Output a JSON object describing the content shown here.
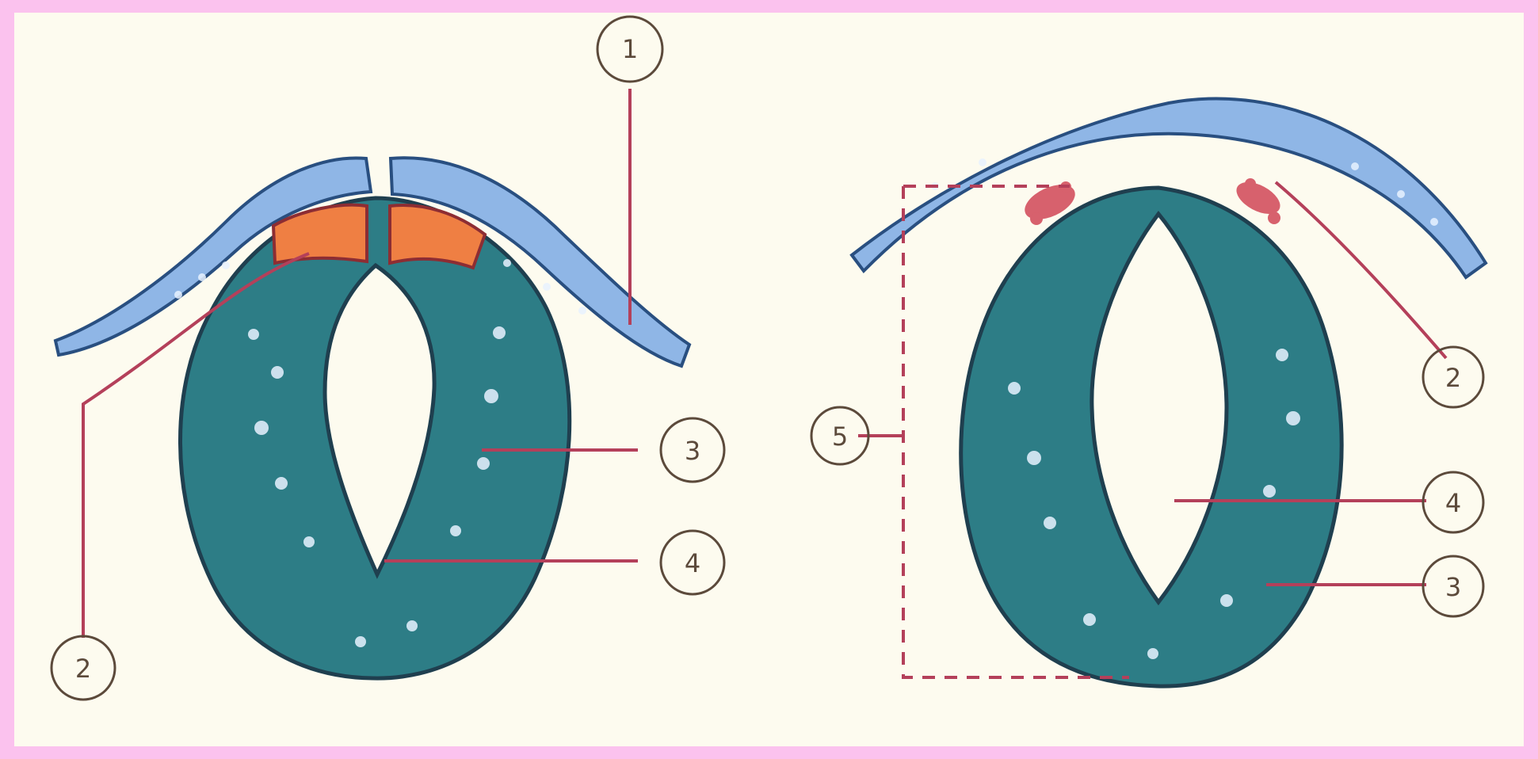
{
  "left_panel": {
    "labels": {
      "one": "1",
      "two": "2",
      "three": "3",
      "four": "4"
    }
  },
  "right_panel": {
    "labels": {
      "two": "2",
      "three": "3",
      "four": "4",
      "five": "5"
    }
  },
  "colors": {
    "background_border": "#fbc2ee",
    "panel_background": "#fdfbef",
    "ectoderm_fill": "#8fb6e6",
    "tube_fill": "#2d7d86",
    "neural_crest_fill": "#ef7f43",
    "callout_stroke": "#b4405a",
    "label_stroke": "#5c4a3b"
  }
}
